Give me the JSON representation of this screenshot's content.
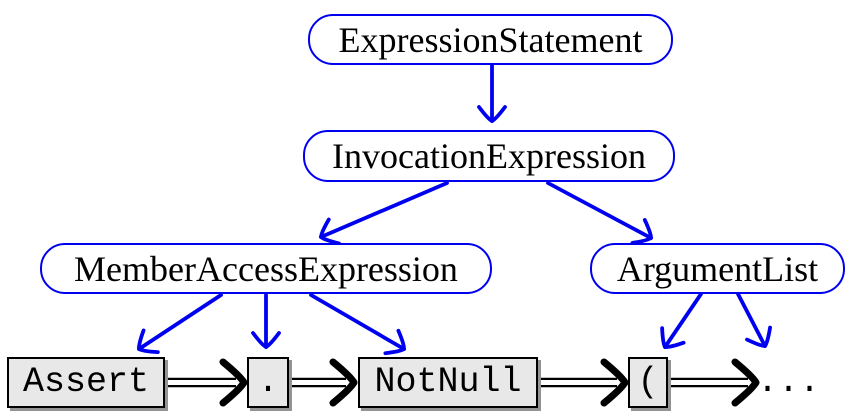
{
  "diagram": {
    "type": "syntax-tree",
    "colors": {
      "background": "#ffffff",
      "node_border": "#0000f0",
      "tree_edge": "#0000f0",
      "node_text": "#000000",
      "token_fill": "#e8e8e8",
      "token_border": "#000000",
      "token_shadow": "#949494",
      "sequence_arrow": "#000000"
    },
    "nodes": [
      {
        "id": "expression-statement",
        "label": "ExpressionStatement"
      },
      {
        "id": "invocation-expression",
        "label": "InvocationExpression"
      },
      {
        "id": "member-access-expression",
        "label": "MemberAccessExpression"
      },
      {
        "id": "argument-list",
        "label": "ArgumentList"
      }
    ],
    "tokens": [
      {
        "id": "assert",
        "label": "Assert"
      },
      {
        "id": "dot",
        "label": "."
      },
      {
        "id": "not-null",
        "label": "NotNull"
      },
      {
        "id": "open-paren",
        "label": "("
      },
      {
        "id": "ellipsis",
        "label": "..."
      }
    ],
    "edges": [
      {
        "from": "ExpressionStatement",
        "to": "InvocationExpression"
      },
      {
        "from": "InvocationExpression",
        "to": "MemberAccessExpression"
      },
      {
        "from": "InvocationExpression",
        "to": "ArgumentList"
      },
      {
        "from": "MemberAccessExpression",
        "to": "Assert"
      },
      {
        "from": "MemberAccessExpression",
        "to": "."
      },
      {
        "from": "MemberAccessExpression",
        "to": "NotNull"
      },
      {
        "from": "ArgumentList",
        "to": "("
      },
      {
        "from": "ArgumentList",
        "to": "..."
      }
    ],
    "token_sequence": [
      "Assert",
      ".",
      "NotNull",
      "(",
      "..."
    ]
  }
}
